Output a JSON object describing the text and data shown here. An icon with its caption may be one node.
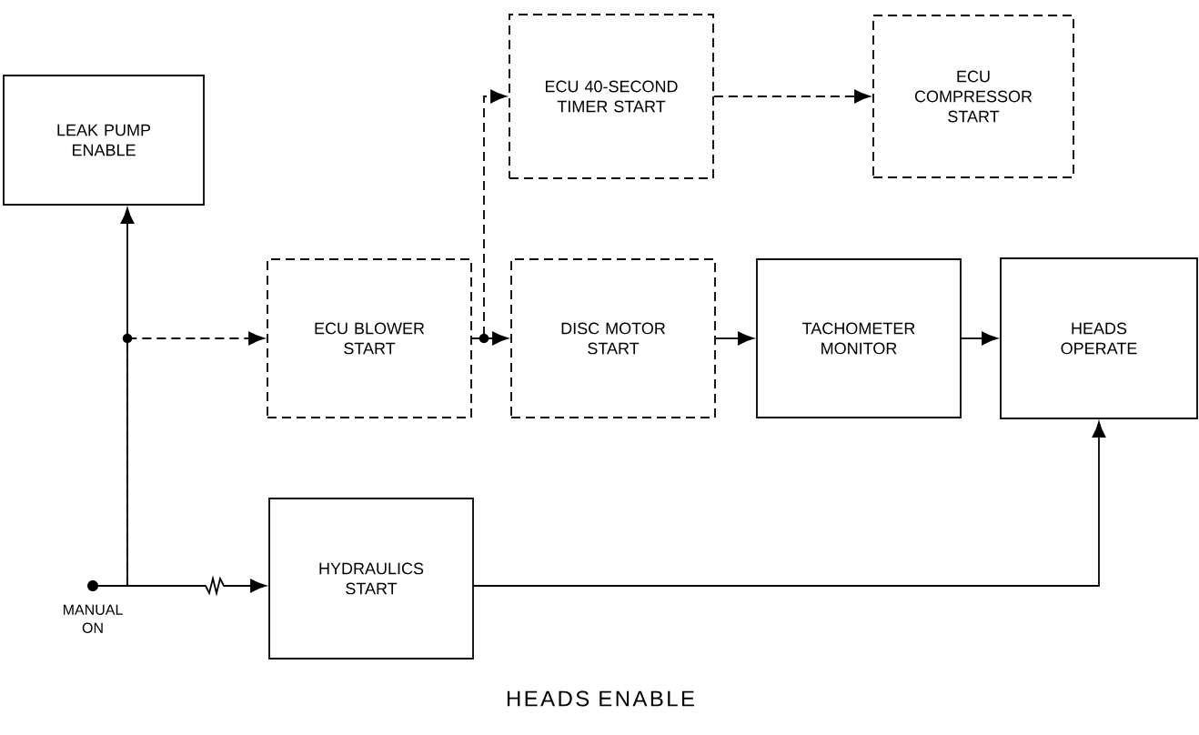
{
  "diagram": {
    "caption": "HEADS ENABLE",
    "nodes": [
      {
        "text": [
          "LEAK PUMP ENABLE"
        ]
      },
      {
        "text": [
          "ECU 40-SECOND TIMER START"
        ]
      },
      {
        "text": [
          "ECU COMPRESSOR START"
        ]
      },
      {
        "text": [
          "ECU BLOWER START"
        ]
      },
      {
        "text": [
          "DISC MOTOR START"
        ]
      },
      {
        "text": [
          "TACHOMETER MONITOR"
        ]
      },
      {
        "text": [
          "HEADS OPERATE"
        ]
      },
      {
        "text": [
          "HYDRAULICS START"
        ]
      },
      {
        "text": [],
        "shape": "circle",
        "beside": [
          "MANUAL ON"
        ]
      }
    ],
    "edges": [
      {
        "from": 8,
        "to": 0,
        "arrow": "to"
      },
      {
        "from": 8,
        "to": 3,
        "arrow": "to",
        "style": "dashed"
      },
      {
        "from": 8,
        "to": 7,
        "arrow": "to"
      },
      {
        "from": 3,
        "to": 1,
        "arrow": "to",
        "style": "dashed"
      },
      {
        "from": 3,
        "to": 4,
        "arrow": "to",
        "style": "dashed"
      },
      {
        "from": 1,
        "to": 2,
        "arrow": "to",
        "style": "dashed"
      },
      {
        "from": 4,
        "to": 5,
        "arrow": "to"
      },
      {
        "from": 5,
        "to": 6,
        "arrow": "to"
      },
      {
        "from": 7,
        "to": 6,
        "arrow": "to"
      }
    ]
  }
}
